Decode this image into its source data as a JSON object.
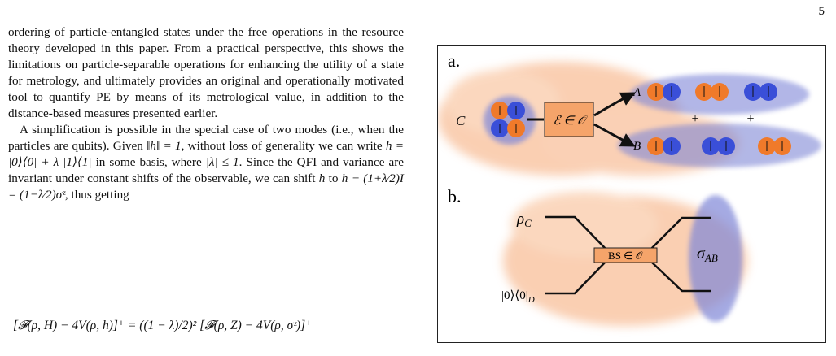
{
  "page_number": "5",
  "body": {
    "p1": "ordering of particle-entangled states under the free operations in the resource theory developed in this paper. From a practical perspective, this shows the limitations on particle-separable operations for enhancing the utility of a state for metrology, and ultimately provides an original and operationally motivated tool to quantify PE by means of its metrological value, in addition to the distance-based measures presented earlier.",
    "p2a": "A simplification is possible in the special case of two modes (i.e., when the particles are qubits). Given ",
    "p2_norm": "‖h‖ = 1",
    "p2b": ", without loss of generality we can write ",
    "p2_h": "h = |0⟩⟨0| + λ |1⟩⟨1|",
    "p2c": " in some basis, where ",
    "p2_lam": "|λ| ≤ 1",
    "p2d": ". Since the QFI and variance are invariant under constant shifts of the observable, we can shift ",
    "p2_h1": "h",
    "p2e": " to ",
    "p2_shift": "h − (1+λ⁄2)I = (1−λ⁄2)σᶻ",
    "p2f": ", thus getting",
    "equation": "[𝓕(ρ, H) − 4V(ρ, h)]⁺ = ((1 − λ)/2)² [𝓕(ρ, Z) − 4V(ρ, σᶻ)]⁺"
  },
  "figure": {
    "panel_a": "a.",
    "panel_b": "b.",
    "label_C": "C",
    "label_A": "A",
    "label_B": "B",
    "operation_a": "ℰ ∈ 𝒪",
    "plus": "+",
    "operation_b": "BS ∈ 𝒪",
    "rho_C": "ρ",
    "rho_C_sub": "C",
    "ket_D": "|0⟩⟨0|",
    "ket_D_sub": "D",
    "sigma": "σ",
    "sigma_sub": "AB",
    "colors": {
      "orange": "#f07a2a",
      "blue": "#3a4fd8",
      "box": "#f5a46a"
    }
  }
}
